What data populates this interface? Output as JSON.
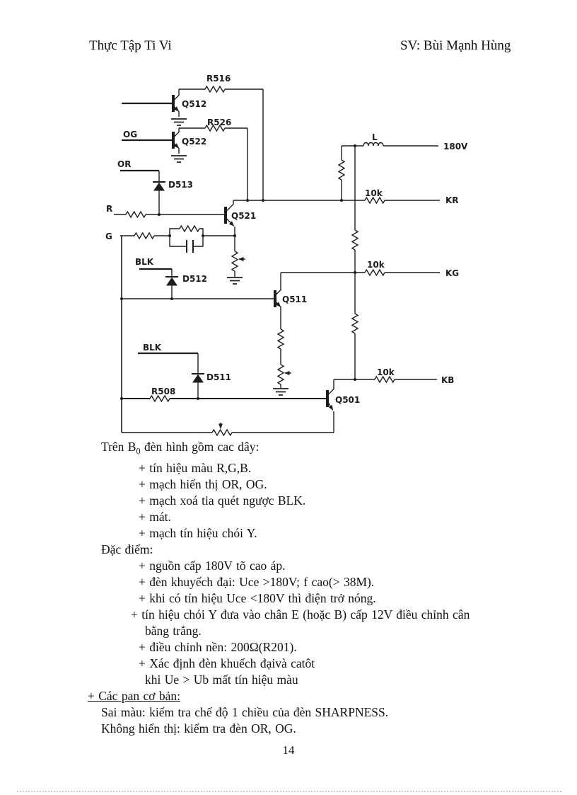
{
  "header": {
    "left_title": "Thực Tập Ti Vi",
    "right_title": "SV: Bùi Mạnh Hùng"
  },
  "circuit": {
    "labels": {
      "r516": "R516",
      "q512": "Q512",
      "r526": "R526",
      "q522": "Q522",
      "og": "OG",
      "or": "OR",
      "d513": "D513",
      "r_in": "R",
      "q521": "Q521",
      "g_in": "G",
      "blk_upper": "BLK",
      "d512": "D512",
      "q511": "Q511",
      "blk_lower": "BLK",
      "d511": "D511",
      "r508": "R508",
      "q501": "Q501",
      "l_coil": "L",
      "rail_180v": "180V",
      "tenk_kr": "10k",
      "kr": "KR",
      "tenk_kg": "10k",
      "kg": "KG",
      "tenk_kb": "10k",
      "kb": "KB"
    }
  },
  "body": {
    "intro": {
      "pre": "Trên B",
      "sub": "0",
      "post": " đèn hình gồm cac dây:"
    },
    "lines": [
      {
        "text": "+ tín hiệu màu R,G,B."
      },
      {
        "text": "+ mạch hiển thị OR, OG."
      },
      {
        "text": "+ mạch xoá tia quét ngược BLK."
      },
      {
        "text": "+ mát."
      },
      {
        "text": "+ mạch tín hiệu chói Y."
      },
      {
        "text": "Đặc điểm:"
      },
      {
        "text": "+ nguồn cấp 180V tõ cao áp."
      },
      {
        "text": "+ đèn khuyếch đại: Uce >180V; f cao(> 38M)."
      },
      {
        "text": "+ khi có tín hiệu Uce <180V thì điện trở nóng."
      },
      {
        "text": "+ tín hiệu chói Y đưa vào chân E (hoặc B) cấp 12V điều chỉnh cân"
      },
      {
        "text": "bằng trắng."
      },
      {
        "text": "+ điều chỉnh nền: 200Ω(R201)."
      },
      {
        "text": "+ Xác định đèn khuếch đạivà catôt"
      },
      {
        "text": "khi Ue > Ub mất tín hiệu màu"
      },
      {
        "text": "+ Các pan cơ bản:"
      },
      {
        "text": "Sai màu: kiểm tra chế độ 1 chiều của đèn SHARPNESS."
      },
      {
        "text": "Không hiển thị: kiểm tra đèn OR, OG."
      }
    ]
  },
  "footer": {
    "page_number": "14"
  }
}
